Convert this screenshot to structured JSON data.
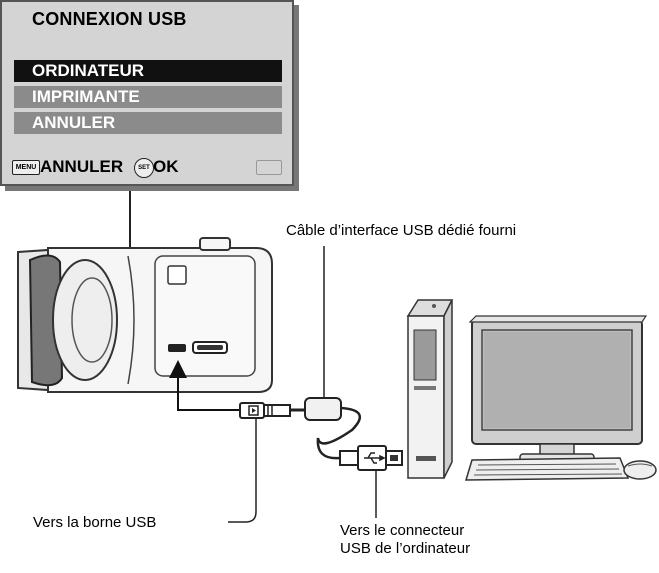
{
  "screen": {
    "title": "CONNEXION USB",
    "items": [
      "ORDINATEUR",
      "IMPRIMANTE",
      "ANNULER"
    ],
    "footer": {
      "menu_key": "MENU",
      "cancel_label": "ANNULER",
      "set_key": "SET",
      "ok_label": "OK"
    }
  },
  "callouts": {
    "cable": "Câble d’interface USB dédié fourni",
    "camera_port": "Vers la borne USB",
    "computer_port_line1": "Vers le connecteur",
    "computer_port_line2": "USB de l’ordinateur"
  },
  "icons": [
    "camcorder-icon",
    "usb-cable-icon",
    "computer-tower-icon",
    "monitor-icon",
    "keyboard-icon",
    "mouse-icon",
    "usb-symbol-icon"
  ]
}
